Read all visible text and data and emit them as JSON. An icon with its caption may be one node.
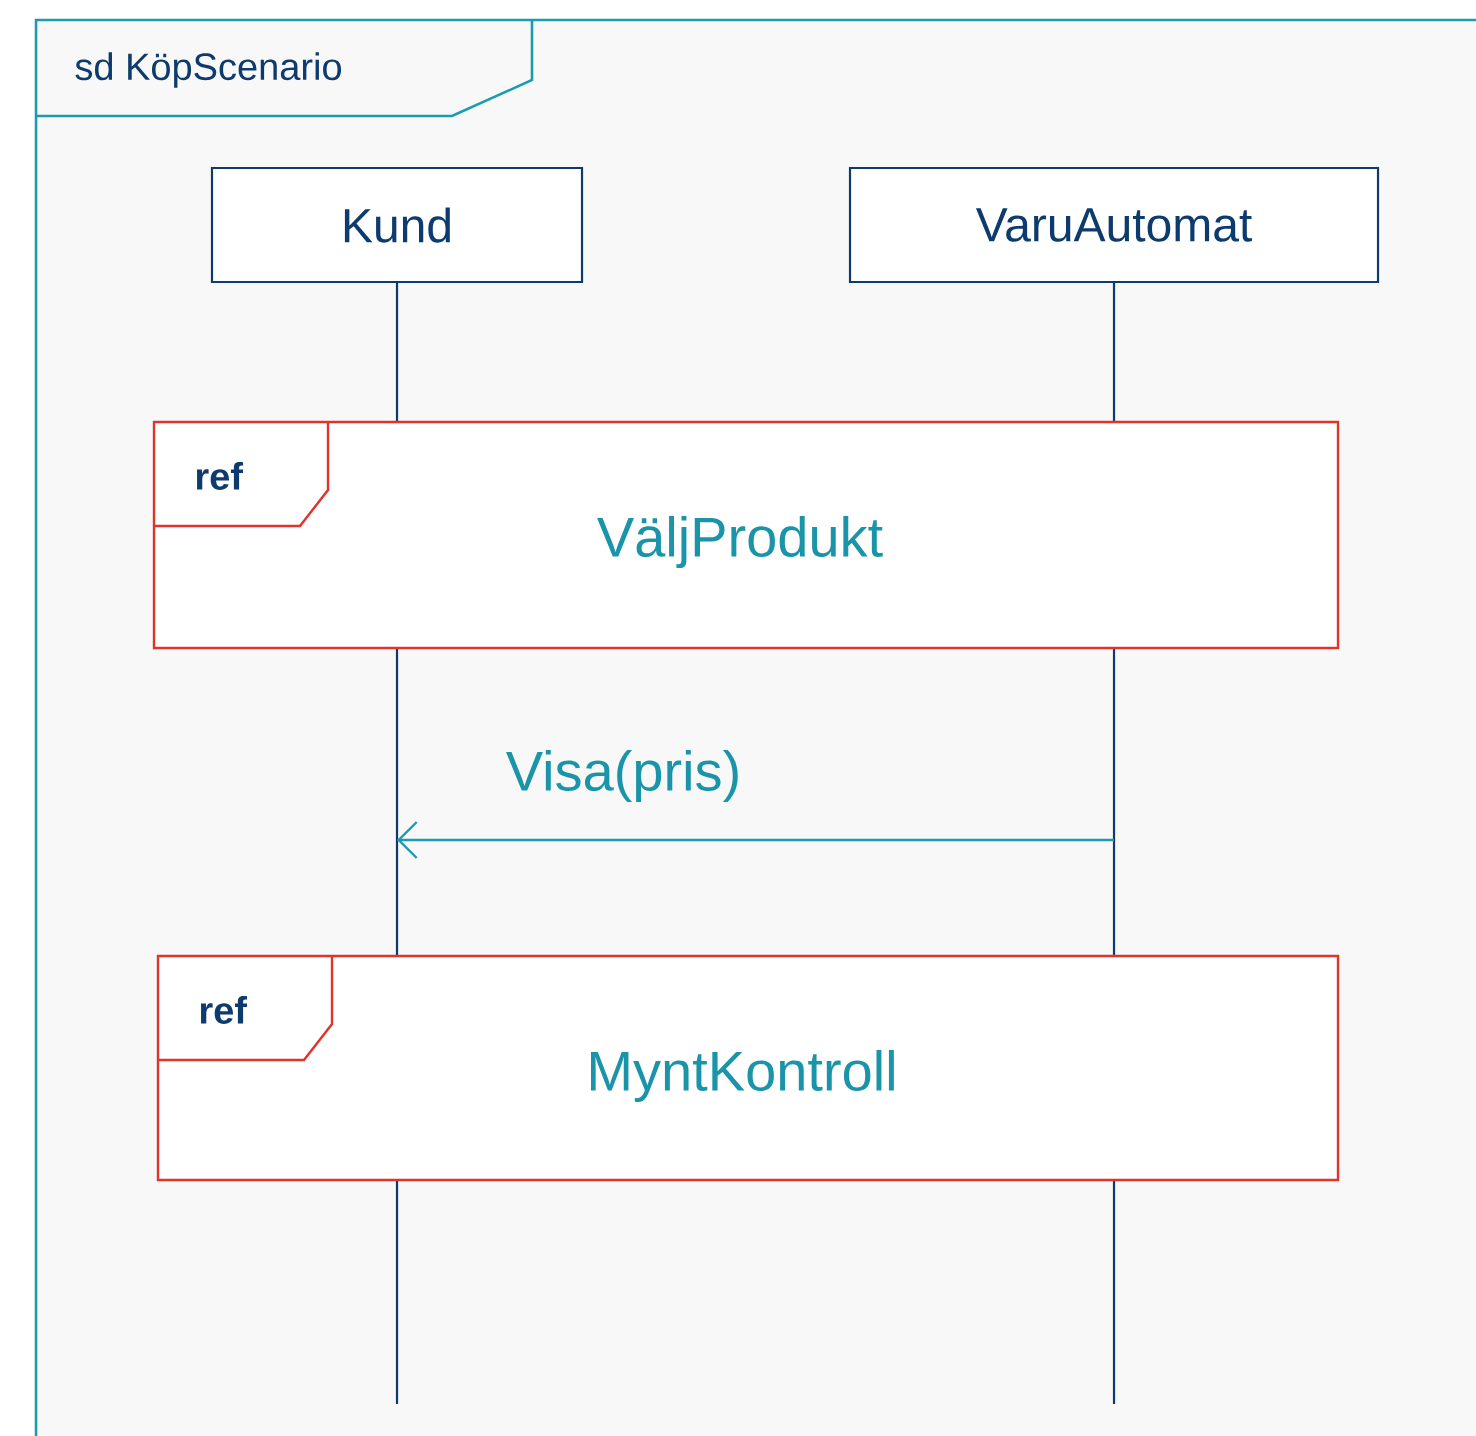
{
  "diagram": {
    "nodes": [
      {
        "text": [
          "sd KöpScenario"
        ]
      },
      {
        "text": [
          "Kund"
        ],
        "in": 0
      },
      {
        "text": [
          "VaruAutomat"
        ],
        "in": 0
      },
      {
        "text": [
          "ref",
          "VäljProdukt"
        ],
        "in": 0
      },
      {
        "text": [
          "ref",
          "MyntKontroll"
        ],
        "in": 0
      }
    ],
    "edges": [
      {
        "from": 2,
        "to": 1,
        "arrow": "to",
        "label": "Visa(pris)"
      }
    ]
  }
}
